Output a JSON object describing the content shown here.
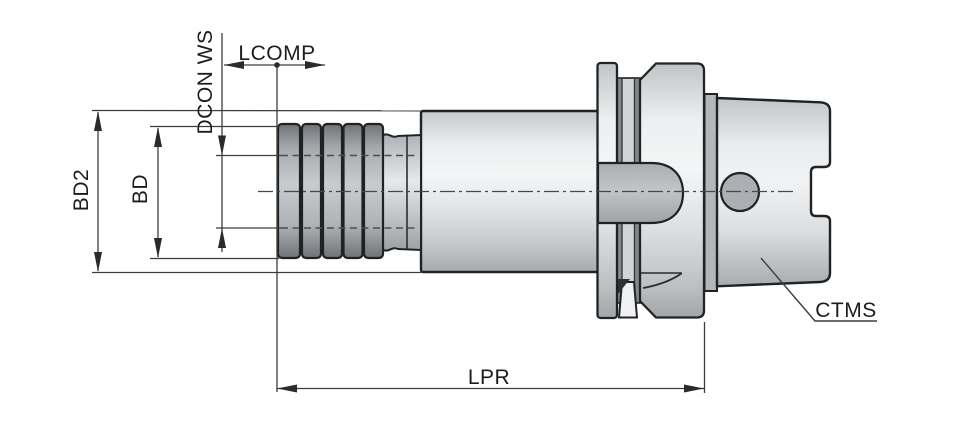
{
  "drawing": {
    "labels": {
      "bd2": "BD2",
      "bd": "BD",
      "dcon_ws": "DCON WS",
      "lcomp": "LCOMP",
      "lpr": "LPR",
      "ctms": "CTMS"
    },
    "colors": {
      "background": "#ffffff",
      "part_outline": "#202224",
      "dimension_lines": "#3d3d3d",
      "label_text": "#1c1c1c",
      "body_highlight": "#f2f3f4",
      "body_shadow": "#a8abae",
      "nut_rib_dark": "#6f7377",
      "slot_fill": "#b9bdc0",
      "hole_fill": "#abafb3"
    }
  }
}
